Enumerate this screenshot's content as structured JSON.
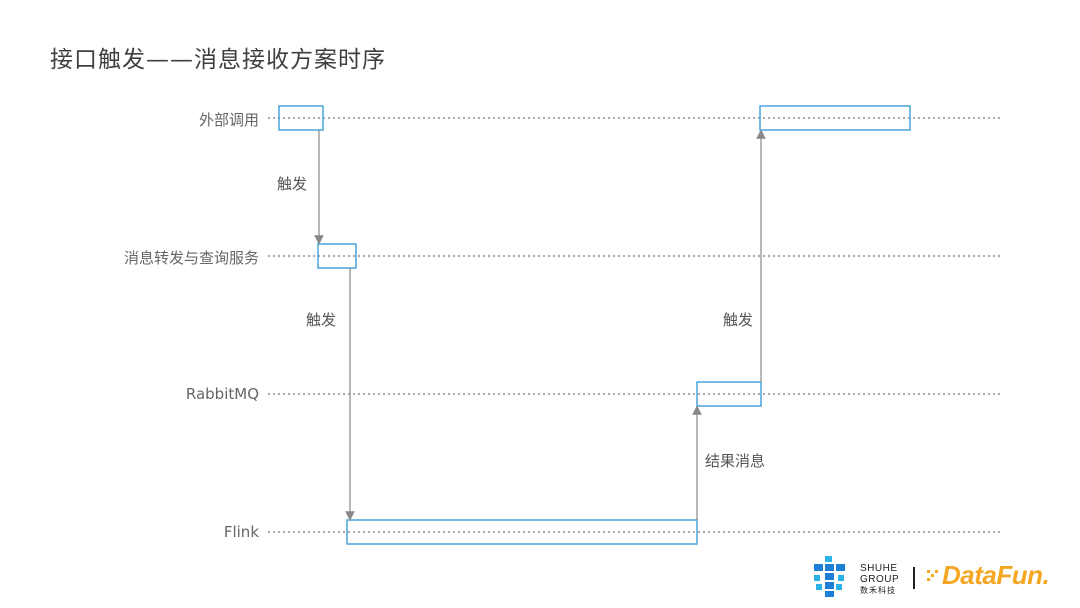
{
  "title": "接口触发——消息接收方案时序",
  "lanes": {
    "external": "外部调用",
    "forward": "消息转发与查询服务",
    "rabbitmq": "RabbitMQ",
    "flink": "Flink"
  },
  "arrows": {
    "trigger1": "触发",
    "trigger2": "触发",
    "trigger3": "触发",
    "result": "结果消息"
  },
  "logos": {
    "shuhe_line1": "SHUHE",
    "shuhe_line2": "GROUP",
    "shuhe_cn": "数禾科技",
    "datafun": "DataFun."
  },
  "colors": {
    "box_stroke": "#4aa3dc",
    "arrow": "#888888",
    "lane_line": "#555555"
  }
}
